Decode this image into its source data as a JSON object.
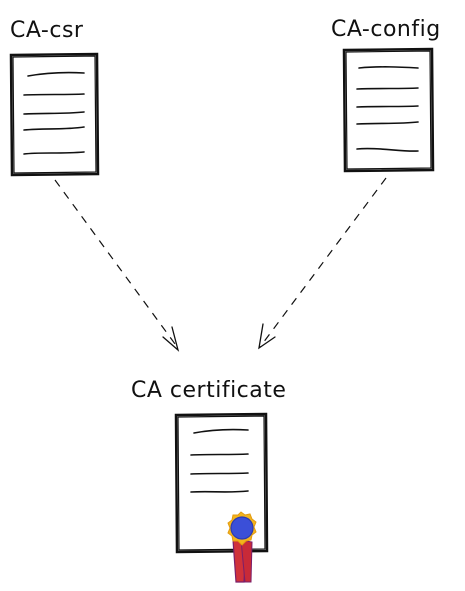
{
  "nodes": {
    "csr": {
      "label": "CA-csr"
    },
    "config": {
      "label": "CA-config"
    },
    "certificate": {
      "label": "CA certificate"
    }
  },
  "colors": {
    "ink": "#111111",
    "seal": "#3b4fd8",
    "seal_rim": "#f3b41c",
    "ribbon": "#d0323a"
  },
  "edges": [
    {
      "from": "CA-csr",
      "to": "CA certificate",
      "style": "dashed"
    },
    {
      "from": "CA-config",
      "to": "CA certificate",
      "style": "dashed"
    }
  ]
}
